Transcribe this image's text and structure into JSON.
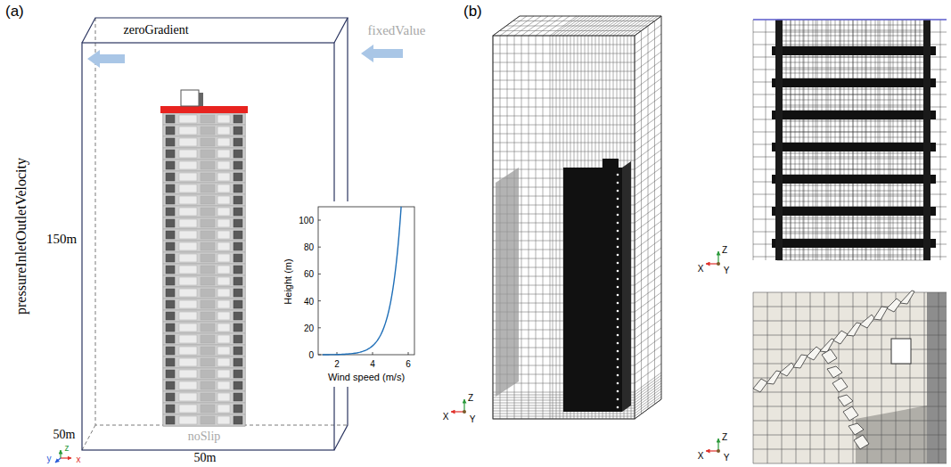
{
  "diagram": {
    "labels": [
      "(a)",
      "zeroGradient",
      "pressureInletOutletVelocity",
      "fixedValue",
      "150m",
      "noSlip",
      "50m",
      "50m",
      "y",
      "z",
      "x",
      "Height (m)",
      "100",
      "80",
      "60",
      "40",
      "20",
      "0",
      "2",
      "4",
      "6",
      "Wind speed (m/s)",
      "(b)",
      "Z",
      "X",
      "Y",
      "Z",
      "X",
      "Y",
      "Z",
      "X",
      "Y"
    ]
  }
}
